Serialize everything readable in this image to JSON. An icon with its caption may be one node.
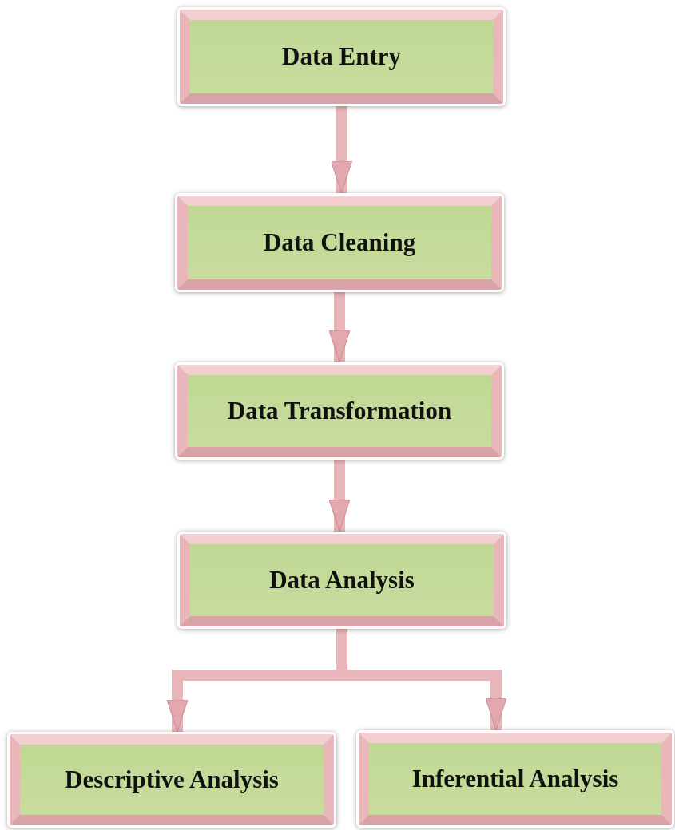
{
  "diagram": {
    "nodes": [
      {
        "text": [
          "Data Entry"
        ]
      },
      {
        "text": [
          "Data Cleaning"
        ]
      },
      {
        "text": [
          "Data Transformation"
        ]
      },
      {
        "text": [
          "Data Analysis"
        ]
      },
      {
        "text": [
          "Descriptive Analysis"
        ]
      },
      {
        "text": [
          "Inferential Analysis"
        ]
      }
    ],
    "edges": [
      {
        "from": 0,
        "to": 1,
        "arrow": "to"
      },
      {
        "from": 1,
        "to": 2,
        "arrow": "to"
      },
      {
        "from": 2,
        "to": 3,
        "arrow": "to"
      },
      {
        "from": 3,
        "to": 4,
        "arrow": "to"
      },
      {
        "from": 3,
        "to": 5,
        "arrow": "to"
      }
    ]
  }
}
